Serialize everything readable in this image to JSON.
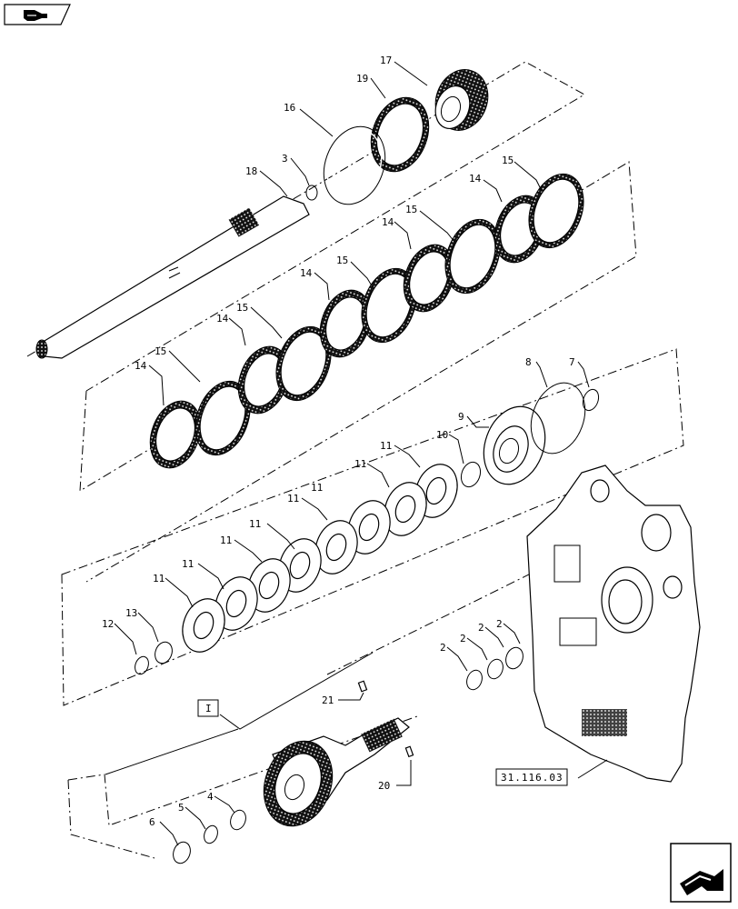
{
  "navigation": {
    "back_icon": "hand-pointing-back-icon",
    "next_icon": "page-forward-arrow-icon"
  },
  "labels": {
    "p17": "17",
    "p19": "19",
    "p16": "16",
    "p3": "3",
    "p18": "18",
    "p15a": "15",
    "p14a": "14",
    "p15b": "15",
    "p14b": "14",
    "p15c": "15",
    "p14c": "14",
    "p15d": "15",
    "p14d": "14",
    "p15e": "15",
    "p14e": "14",
    "p8": "8",
    "p7": "7",
    "p9": "9",
    "p10": "10",
    "p11a": "11",
    "p11b": "11",
    "p11c": "11",
    "p11d": "11",
    "p11e": "11",
    "p11f": "11",
    "p11g": "11",
    "p11h": "11",
    "p12": "12",
    "p13": "13",
    "p2a": "2",
    "p2b": "2",
    "p2c": "2",
    "p2d": "2",
    "p21": "21",
    "p20": "20",
    "p4": "4",
    "p5": "5",
    "p6": "6",
    "group_ref": "I",
    "housing_ref": "31.116.03"
  }
}
